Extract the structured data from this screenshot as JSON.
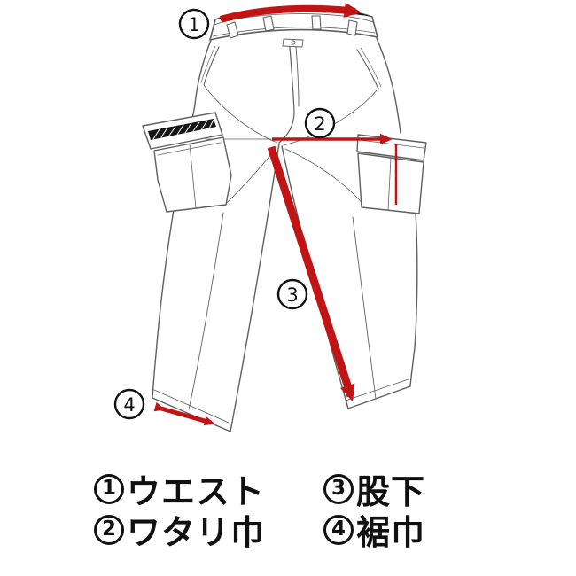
{
  "page": {
    "background": "#ffffff"
  },
  "colors": {
    "arrow_red": "#c11414",
    "line_gray": "#5f5f5f",
    "dark_fill": "#161616",
    "text": "#111111"
  },
  "markers": {
    "m1": {
      "number": "1"
    },
    "m2": {
      "number": "2"
    },
    "m3": {
      "number": "3"
    },
    "m4": {
      "number": "4"
    }
  },
  "legend": {
    "items": [
      {
        "number": "1",
        "label": "ウエスト"
      },
      {
        "number": "2",
        "label": "ワタリ巾"
      },
      {
        "number": "3",
        "label": "股下"
      },
      {
        "number": "4",
        "label": "裾巾"
      }
    ]
  }
}
